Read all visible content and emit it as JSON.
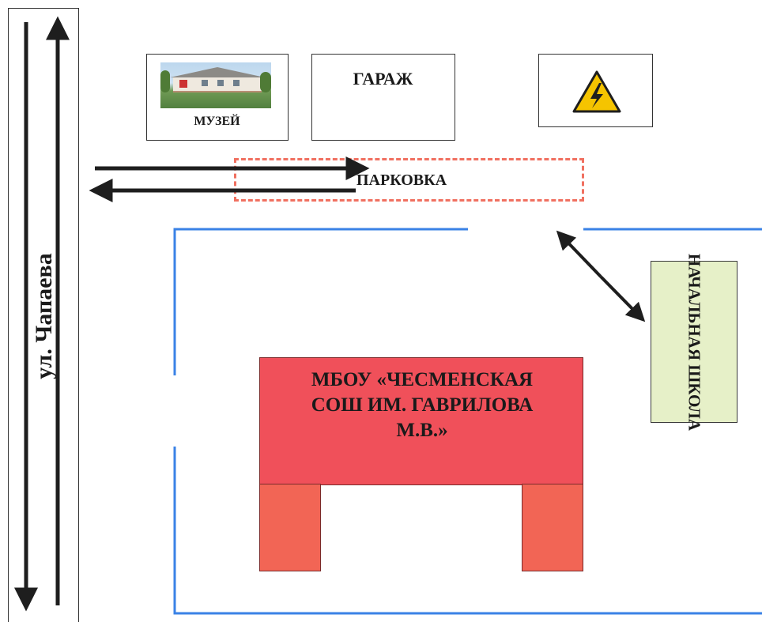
{
  "street": {
    "label": "ул. Чапаева"
  },
  "buildings": {
    "museum_label": "МУЗЕЙ",
    "garage_label": "ГАРАЖ",
    "parking_label": "ПАРКОВКА",
    "primary_school_label": "НАЧАЛЬНАЯ ШКОЛА",
    "main_school_label": "МБОУ «ЧЕСМЕНСКАЯ СОШ ИМ. ГАВРИЛОВА М.В.»"
  },
  "colors": {
    "arrow": "#1e1e1e",
    "school_fence": "#3a82e6",
    "parking_outline": "#f07060",
    "main_school_fill": "#f0505a",
    "school_wings_fill": "#f26555",
    "primary_school_fill": "#e6f0c8",
    "warning_sign": "#f5c400"
  },
  "icons": {
    "museum": "museum-photo",
    "substation": "high-voltage-warning-icon"
  }
}
